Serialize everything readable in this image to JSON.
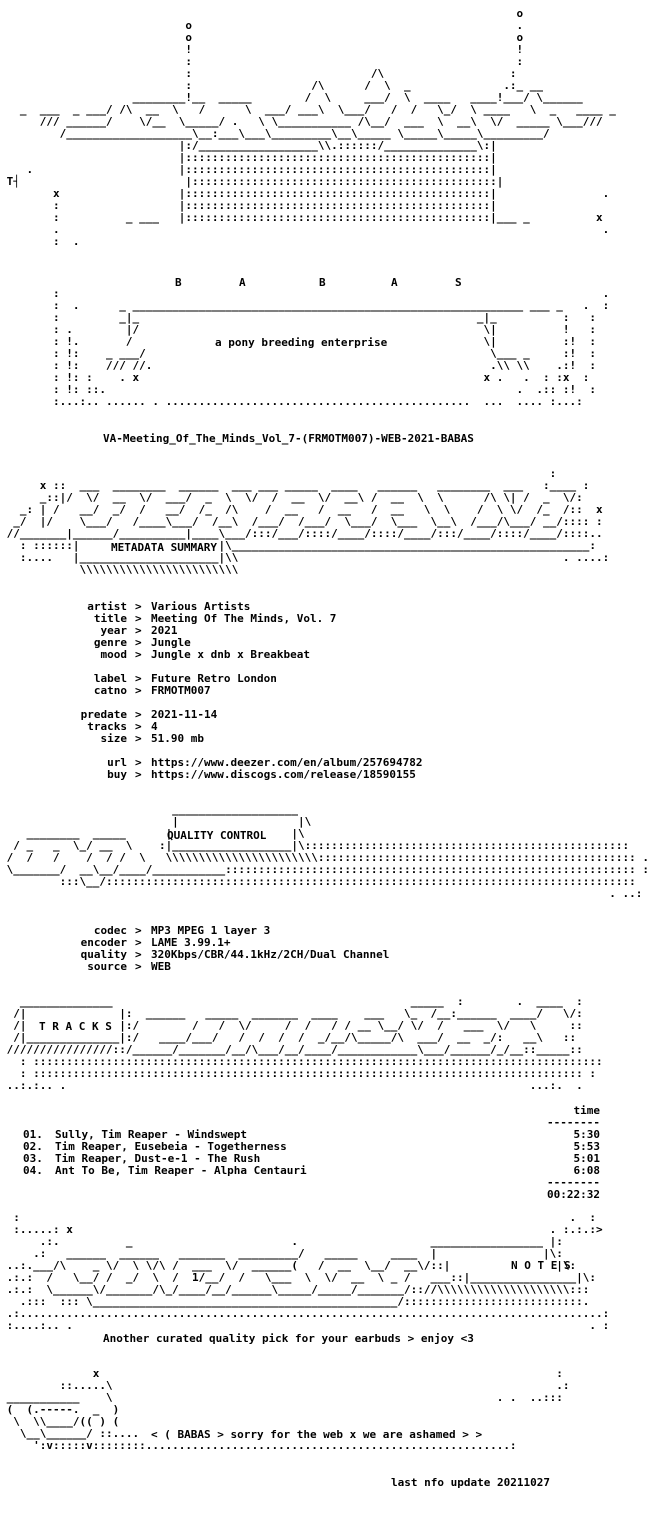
{
  "header": {
    "letters": [
      "B",
      "A",
      "B",
      "A",
      "S"
    ],
    "tagline": "a pony breeding enterprise",
    "release": "VA-Meeting_Of_The_Minds_Vol_7-(FRMOTM007)-WEB-2021-BABAS"
  },
  "metadata": {
    "heading": "METADATA SUMMARY",
    "rows": [
      {
        "k": "artist",
        "v": "Various Artists"
      },
      {
        "k": "title",
        "v": "Meeting Of The Minds, Vol. 7"
      },
      {
        "k": "year",
        "v": "2021"
      },
      {
        "k": "genre",
        "v": "Jungle"
      },
      {
        "k": "mood",
        "v": "Jungle x dnb x Breakbeat"
      },
      {
        "k": "label",
        "v": "Future Retro London"
      },
      {
        "k": "catno",
        "v": "FRMOTM007"
      },
      {
        "k": "predate",
        "v": "2021-11-14"
      },
      {
        "k": "tracks",
        "v": "4"
      },
      {
        "k": "size",
        "v": "51.90 mb"
      },
      {
        "k": "url",
        "v": "https://www.deezer.com/en/album/257694782"
      },
      {
        "k": "buy",
        "v": "https://www.discogs.com/release/18590155"
      }
    ]
  },
  "quality": {
    "heading": "QUALITY CONTROL",
    "rows": [
      {
        "k": "codec",
        "v": "MP3 MPEG 1 layer 3"
      },
      {
        "k": "encoder",
        "v": "LAME 3.99.1+"
      },
      {
        "k": "quality",
        "v": "320Kbps/CBR/44.1kHz/2CH/Dual Channel"
      },
      {
        "k": "source",
        "v": "WEB"
      }
    ]
  },
  "tracks": {
    "heading": "T R A C K S",
    "time_header": "time",
    "list": [
      {
        "n": "01.",
        "name": "Sully, Tim Reaper - Windswept",
        "time": "5:30"
      },
      {
        "n": "02.",
        "name": "Tim Reaper, Eusebeia - Togetherness",
        "time": "5:53"
      },
      {
        "n": "03.",
        "name": "Tim Reaper, Dust-e-1 - The Rush",
        "time": "5:01"
      },
      {
        "n": "04.",
        "name": "Ant To Be, Tim Reaper - Alpha Centauri",
        "time": "6:08"
      }
    ],
    "total": "00:22:32"
  },
  "notes": {
    "heading": "N O T E S",
    "text": "Another curated quality pick for your earbuds > enjoy <3"
  },
  "footer": {
    "message": "< ( BABAS > sorry for the web x we are ashamed > >",
    "update": "last nfo update 20211027"
  }
}
